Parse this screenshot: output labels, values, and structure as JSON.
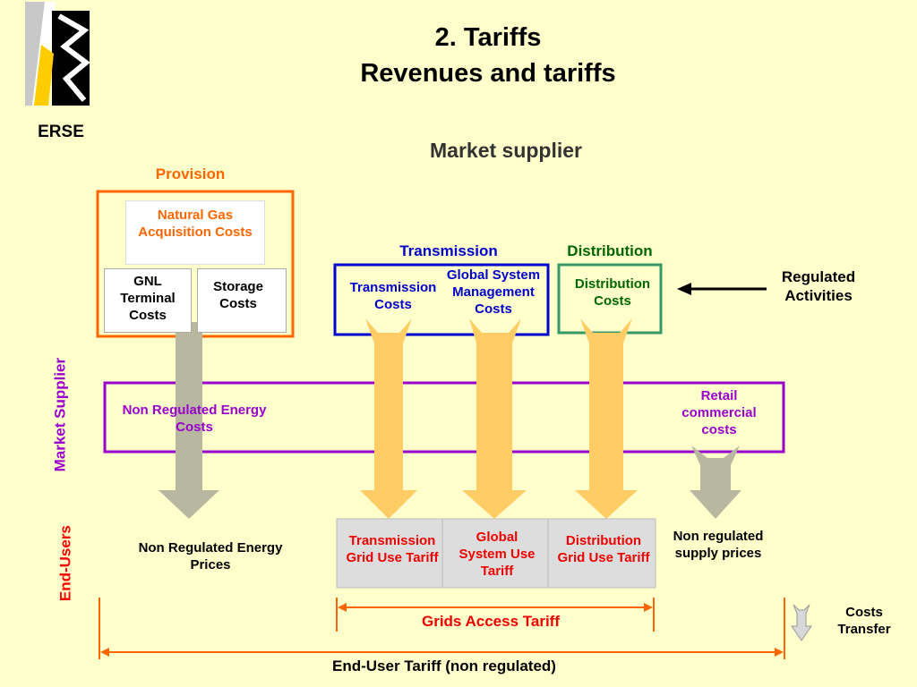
{
  "logo": {
    "text": "ERSE"
  },
  "title": {
    "line1": "2. Tariffs",
    "line2": "Revenues and tariffs"
  },
  "subtitle": "Market supplier",
  "provision": {
    "heading": "Provision",
    "natural_gas": "Natural Gas Acquisition Costs",
    "gnl": "GNL Terminal Costs",
    "storage": "Storage Costs"
  },
  "transmission": {
    "heading": "Transmission",
    "costs": "Transmission Costs",
    "global_system": "Global System Management Costs"
  },
  "distribution": {
    "heading": "Distribution",
    "costs": "Distribution Costs"
  },
  "regulated_activities": "Regulated Activities",
  "market_supplier": {
    "side_label": "Market Supplier",
    "non_regulated_energy_costs": "Non Regulated Energy Costs",
    "retail_costs": "Retail commercial costs"
  },
  "end_users": {
    "side_label": "End-Users",
    "non_regulated_energy_prices": "Non Regulated Energy Prices",
    "transmission_tariff": "Transmission Grid Use Tariff",
    "global_system_tariff": "Global System Use Tariff",
    "distribution_tariff": "Distribution Grid Use Tariff",
    "non_regulated_supply": "Non regulated supply prices"
  },
  "grids_access_tariff": "Grids Access Tariff",
  "end_user_tariff": "End-User Tariff (non regulated)",
  "legend": {
    "costs_transfer": "Costs Transfer"
  },
  "colors": {
    "background": "#FFFFCC",
    "provision": "#FF6600",
    "transmission": "#0000CC",
    "distribution": "#006600",
    "market_supplier": "#9900CC",
    "end_users": "#FF0000",
    "arrow_regulated": "#FFCC66",
    "arrow_non_regulated": "#B8B8A0"
  }
}
